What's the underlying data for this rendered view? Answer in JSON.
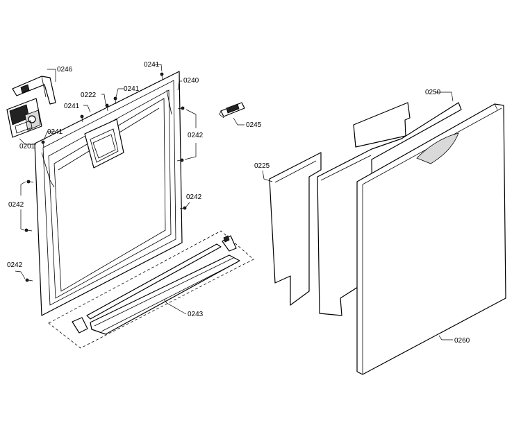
{
  "labels": {
    "p0201": "0201",
    "p0222": "0222",
    "p0225": "0225",
    "p0240": "0240",
    "p0241a": "0241",
    "p0241b": "0241",
    "p0241c": "0241",
    "p0241d": "0241",
    "p0242a": "0242",
    "p0242b": "0242",
    "p0242c": "0242",
    "p0242d": "0242",
    "p0243": "0243",
    "p0245": "0245",
    "p0246": "0246",
    "p0250": "0250",
    "p0260": "0260"
  }
}
